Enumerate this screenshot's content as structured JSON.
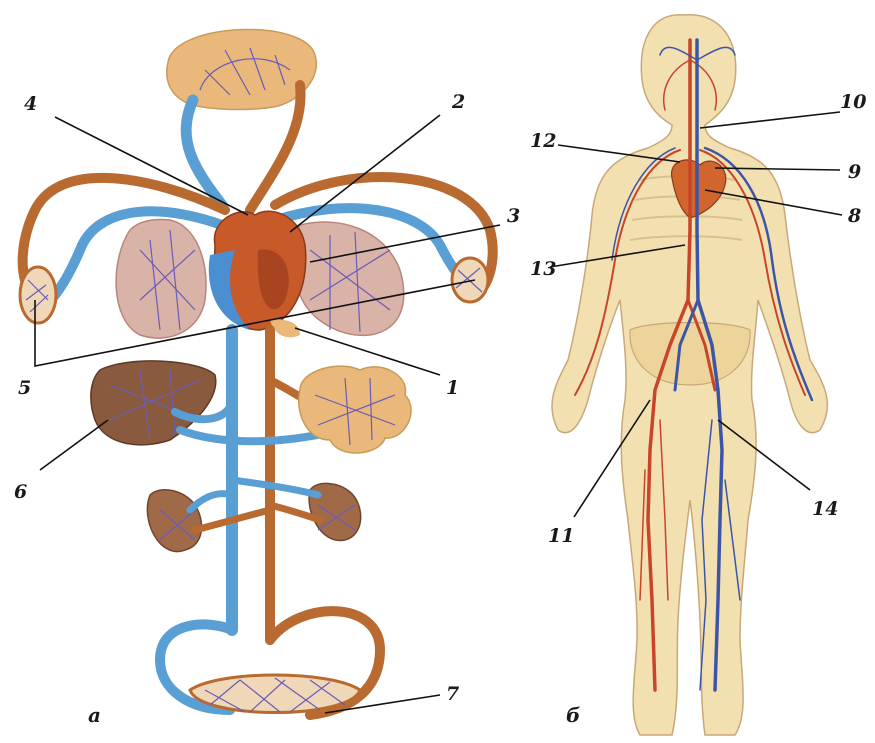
{
  "panels": [
    {
      "caption": "а"
    },
    {
      "caption": "б"
    }
  ],
  "labels": [
    "1",
    "2",
    "3",
    "4",
    "5",
    "6",
    "7",
    "8",
    "9",
    "10",
    "11",
    "12",
    "13",
    "14"
  ],
  "colors": {
    "artery": "#b86a30",
    "vein": "#5a9fd4",
    "artery_fine": "#c8442a",
    "vein_fine": "#3d55a8",
    "capillary": "#6a5cb8",
    "organ": "#e9b87a",
    "lung": "#d9b3a8",
    "liver": "#8a5a3e",
    "heart": "#c85a2a",
    "body": "#f3e0b0"
  },
  "icons": [
    "heart-icon",
    "lung-icon",
    "liver-icon",
    "kidney-icon",
    "brain-icon",
    "intestine-icon",
    "human-figure-icon"
  ]
}
